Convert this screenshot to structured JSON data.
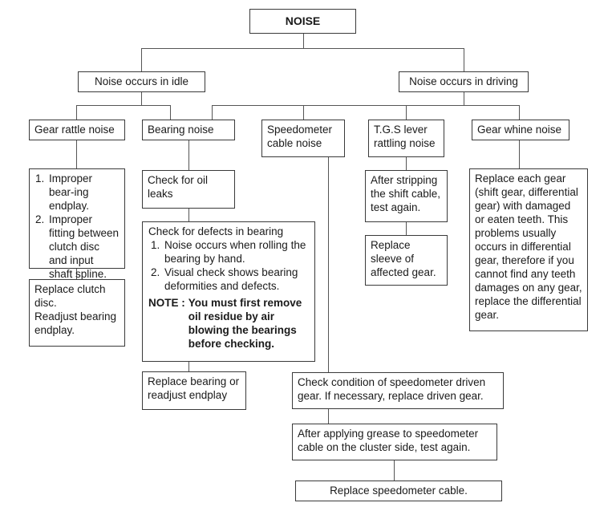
{
  "root": "NOISE",
  "branches": {
    "idle": "Noise occurs in idle",
    "driving": "Noise occurs in driving"
  },
  "categories": {
    "gear_rattle": "Gear rattle noise",
    "bearing": "Bearing noise",
    "speedometer": "Speedometer cable noise",
    "tgs": "T.G.S lever rattling noise",
    "gear_whine": "Gear whine noise"
  },
  "gear_rattle": {
    "causes": [
      "Improper bear-ing endplay.",
      "Improper fitting between clutch disc and input shaft spline."
    ],
    "remedy_line1": "Replace clutch disc.",
    "remedy_line2": "Readjust bearing endplay."
  },
  "bearing": {
    "check_oil": "Check for oil leaks",
    "defects_title": "Check for defects in bearing",
    "defects": [
      "Noise occurs when rolling the bearing by hand.",
      "Visual check shows bearing deformities and defects."
    ],
    "note_label": "NOTE :",
    "note_text": "You must first remove oil residue by air blowing the bearings before checking.",
    "remedy": "Replace bearing or readjust endplay"
  },
  "speedometer": {
    "step1": "Check condition of speedometer driven gear. If necessary, replace driven gear.",
    "step2": "After applying grease to speedometer cable on the cluster side, test again.",
    "step3": "Replace speedometer cable."
  },
  "tgs": {
    "step1": "After stripping the shift cable, test again.",
    "step2": "Replace sleeve of affected gear."
  },
  "gear_whine": {
    "remedy": "Replace each gear (shift gear, differential gear) with damaged or eaten teeth. This problems usually occurs in differential gear, therefore if you cannot find any teeth damages on any gear, replace the differential gear."
  }
}
